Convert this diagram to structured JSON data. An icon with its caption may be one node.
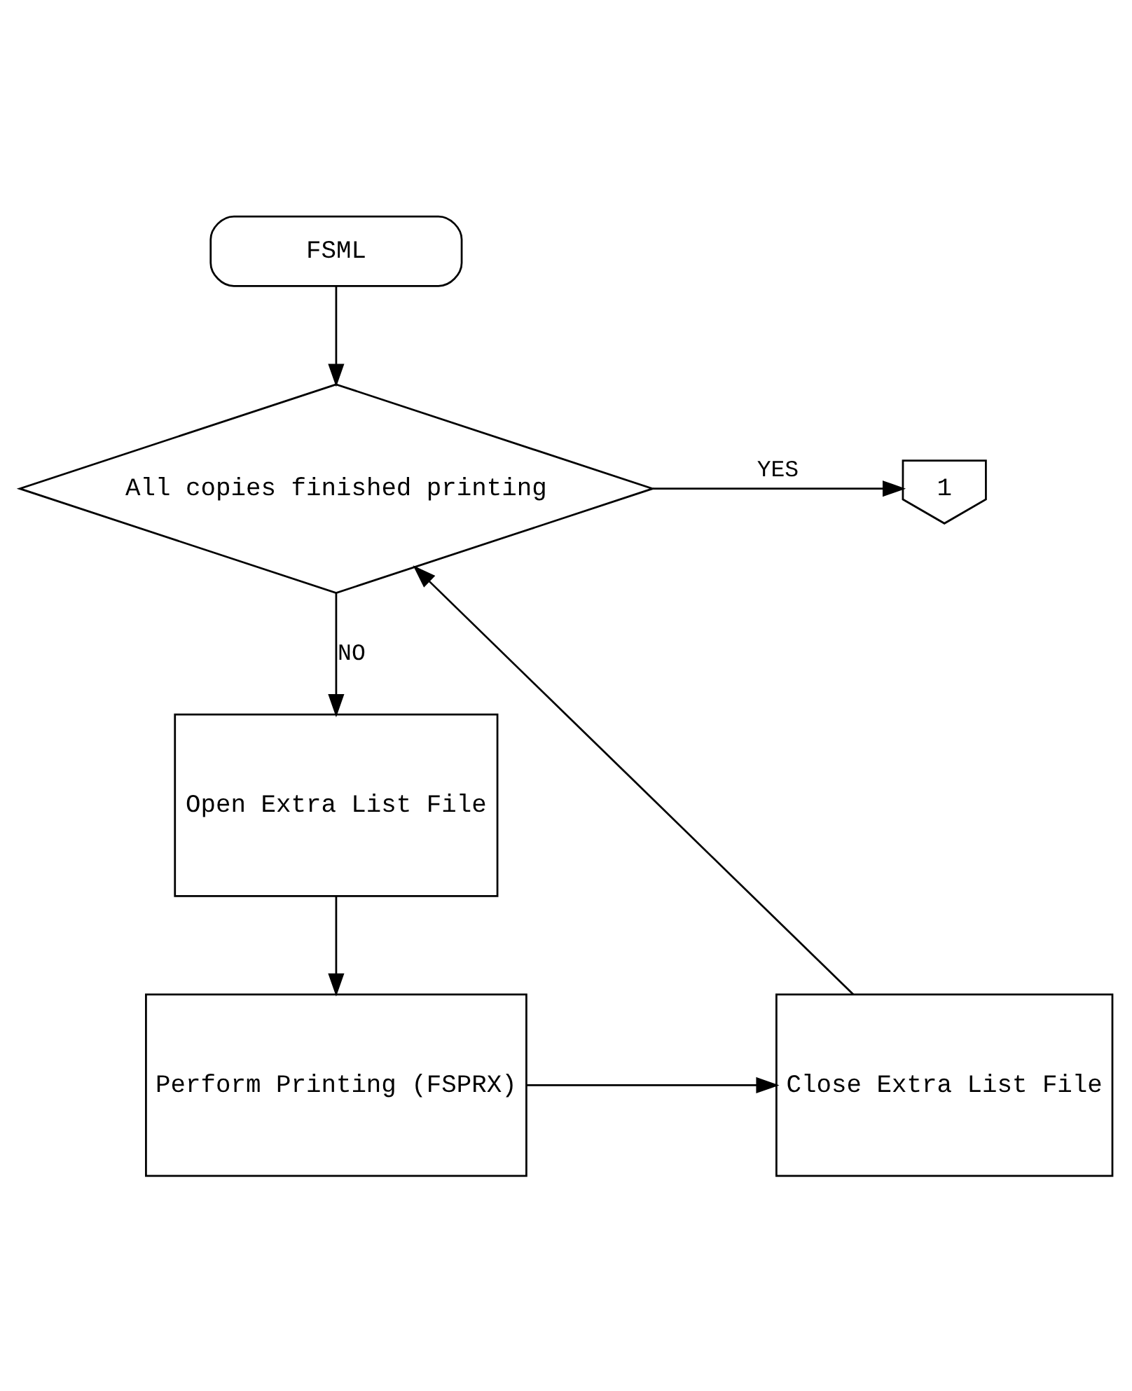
{
  "diagram": {
    "nodes": [
      {
        "text": [
          "FSML"
        ]
      },
      {
        "text": [
          "All copies finished printing"
        ]
      },
      {
        "text": [
          "1"
        ]
      },
      {
        "text": [
          "Open Extra List File"
        ]
      },
      {
        "text": [
          "Perform Printing (FSPRX)"
        ]
      },
      {
        "text": [
          "Close Extra List File"
        ]
      }
    ],
    "edges": [
      {
        "from": 0,
        "to": 1,
        "arrow": "to"
      },
      {
        "from": 1,
        "to": 2,
        "arrow": "to",
        "label": "YES"
      },
      {
        "from": 1,
        "to": 3,
        "arrow": "to",
        "label": "NO"
      },
      {
        "from": 3,
        "to": 4,
        "arrow": "to"
      },
      {
        "from": 4,
        "to": 5,
        "arrow": "to"
      },
      {
        "from": 5,
        "to": 1,
        "arrow": "to"
      }
    ]
  }
}
